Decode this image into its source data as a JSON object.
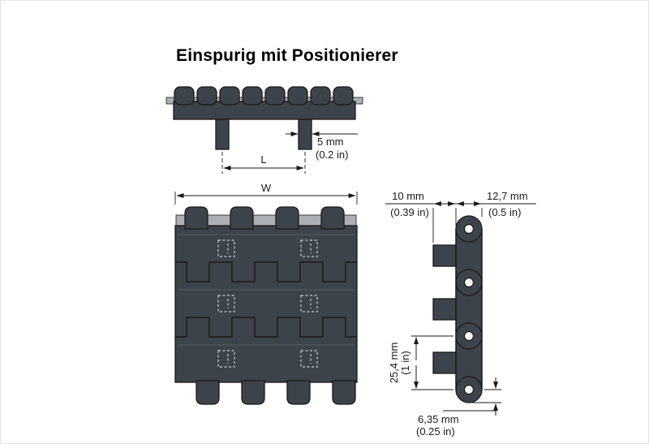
{
  "title": "Einspurig mit Positionierer",
  "side_view": {
    "dim_peg_width": {
      "metric": "5 mm",
      "imperial": "(0.2 in)"
    },
    "dim_length": {
      "label": "L"
    }
  },
  "plan_view": {
    "dim_width": {
      "label": "W"
    }
  },
  "profile_view": {
    "dim_tab": {
      "metric": "10 mm",
      "imperial": "(0.39 in)"
    },
    "dim_hinge": {
      "metric": "12,7 mm",
      "imperial": "(0.5 in)"
    },
    "dim_pitch": {
      "metric": "25,4 mm",
      "imperial": "(1 in)"
    },
    "dim_edge": {
      "metric": "6,35 mm",
      "imperial": "(0.25 in)"
    }
  },
  "colors": {
    "module": "#3d434a",
    "module_highlight": "#5a6169",
    "rod": "#aab0b6",
    "line": "#1a1a1a",
    "hidden_line": "#c9ced4",
    "background": "#ffffff"
  }
}
